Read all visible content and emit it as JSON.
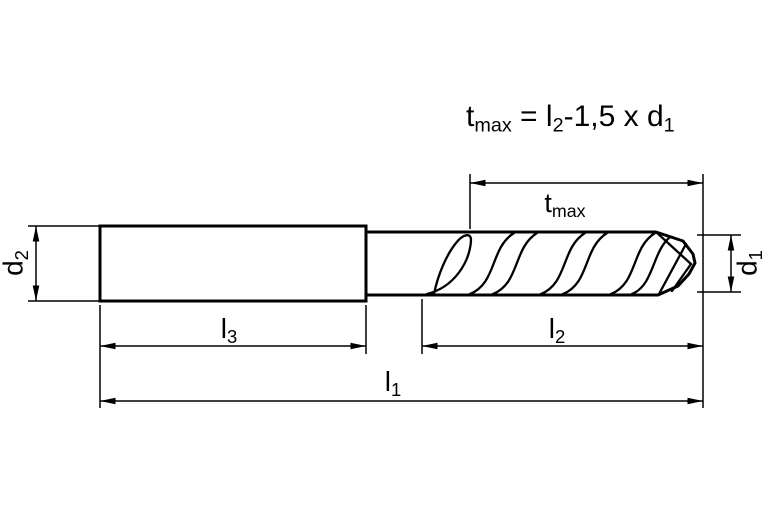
{
  "colors": {
    "line": "#000000",
    "background": "#ffffff"
  },
  "formula": {
    "t": "t",
    "t_sub": "max",
    "eq": " = l",
    "l_sub": "2",
    "tail": "-1,5 x d",
    "d_sub": "1"
  },
  "dimensions": {
    "d2": {
      "base": "d",
      "sub": "2"
    },
    "d1": {
      "base": "d",
      "sub": "1"
    },
    "l3": {
      "base": "l",
      "sub": "3"
    },
    "l2": {
      "base": "l",
      "sub": "2"
    },
    "l1": {
      "base": "l",
      "sub": "1"
    },
    "tmax": {
      "base": "t",
      "sub": "max"
    }
  }
}
